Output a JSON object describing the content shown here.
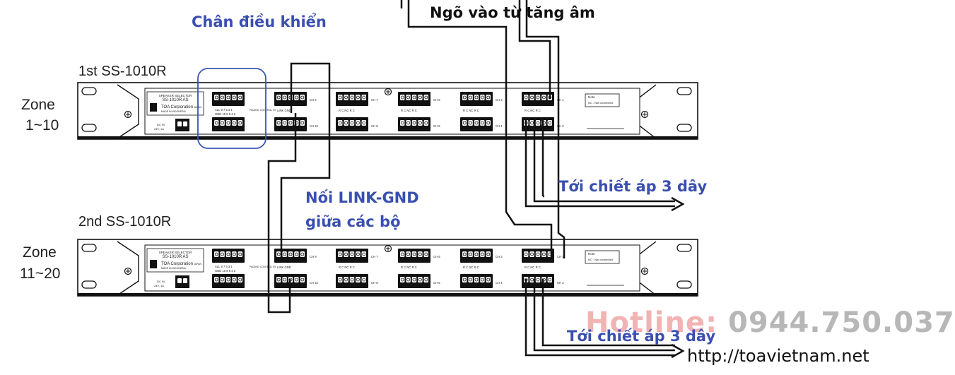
{
  "annotations": {
    "control_pins": "Chân điều khiển",
    "amp_input": "Ngõ vào từ tăng âm",
    "to_attenuator_1": "Tới chiết áp 3 dây",
    "to_attenuator_2": "Tới chiết áp 3 dây",
    "link_gnd_line1": "Nối LINK-GND",
    "link_gnd_line2": "giữa các bộ"
  },
  "units": [
    {
      "name": "1st SS-1010R",
      "zone_line1": "Zone",
      "zone_line2": "1~10",
      "badge_line1": "SPEAKER SELECTOR",
      "badge_line2": "SS-1010R AS",
      "maker": "TOA Corporation",
      "maker_suffix": "JAPAN",
      "made_in": "MADE IN INDONESIA",
      "dc_in": "DC IN",
      "dc_rating": "24V, 1A",
      "note_title": "Note",
      "note_text": "NC : Not connected"
    },
    {
      "name": "2nd SS-1010R",
      "zone_line1": "Zone",
      "zone_line2": "11~20",
      "badge_line1": "SPEAKER SELECTOR",
      "badge_line2": "SS-1010R AS",
      "maker": "TOA Corporation",
      "maker_suffix": "JAPAN",
      "made_in": "MADE IN INDONESIA",
      "dc_in": "DC IN",
      "dc_rating": "24V, 1A",
      "note_title": "Note",
      "note_text": "NC : Not connected"
    }
  ],
  "panel_labels": {
    "control_top": "ALL 9 7 5 3 1",
    "control_bottom": "GND 10 8 6 4 2",
    "paging_control": "PAGING CONTROL IN",
    "link_gnd": "LINK GND",
    "channels_top": [
      "CH 9",
      "CH 7",
      "CH 5",
      "CH 3",
      "CH 1"
    ],
    "channels_bottom": [
      "CH 10",
      "CH 8",
      "CH 6",
      "CH 4",
      "CH 2"
    ]
  },
  "watermark": {
    "hotline_label": "Hotline: ",
    "hotline_number": "0944.750.037",
    "url": "http://toavietnam.net"
  },
  "colors": {
    "annotation_blue": "#3a4fb0",
    "wire": "#111111",
    "highlight_box": "#3a55b5"
  }
}
